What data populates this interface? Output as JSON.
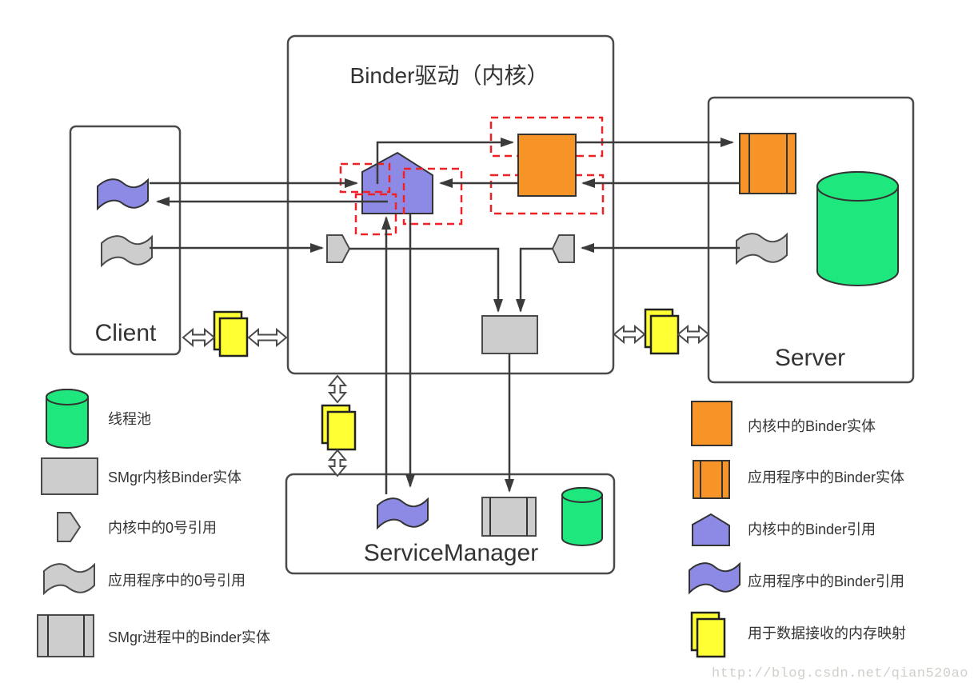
{
  "diagram": {
    "kernel_box_title": "Binder驱动（内核）",
    "client_label": "Client",
    "server_label": "Server",
    "service_manager_label": "ServiceManager"
  },
  "legend_left": {
    "items": [
      {
        "icon": "thread-pool-cylinder-icon",
        "label": "线程池"
      },
      {
        "icon": "smgr-kernel-binder-entity-icon",
        "label": "SMgr内核Binder实体"
      },
      {
        "icon": "kernel-zero-reference-icon",
        "label": "内核中的0号引用"
      },
      {
        "icon": "app-zero-reference-icon",
        "label": "应用程序中的0号引用"
      },
      {
        "icon": "smgr-process-binder-entity-icon",
        "label": "SMgr进程中的Binder实体"
      }
    ]
  },
  "legend_right": {
    "items": [
      {
        "icon": "kernel-binder-entity-icon",
        "label": "内核中的Binder实体"
      },
      {
        "icon": "app-binder-entity-icon",
        "label": "应用程序中的Binder实体"
      },
      {
        "icon": "kernel-binder-reference-icon",
        "label": "内核中的Binder引用"
      },
      {
        "icon": "app-binder-reference-icon",
        "label": "应用程序中的Binder引用"
      },
      {
        "icon": "memory-map-icon",
        "label": "用于数据接收的内存映射"
      }
    ]
  },
  "watermark": "http://blog.csdn.net/qian520ao",
  "colors": {
    "binder_entity_orange": "#F79427",
    "binder_reference_purple": "#8D8AE5",
    "thread_pool_green": "#1EE87D",
    "memory_map_yellow": "#FFFF33",
    "neutral_gray": "#CDCDCD",
    "highlight_red": "#EE2226",
    "line_color": "#3B3B3B"
  }
}
